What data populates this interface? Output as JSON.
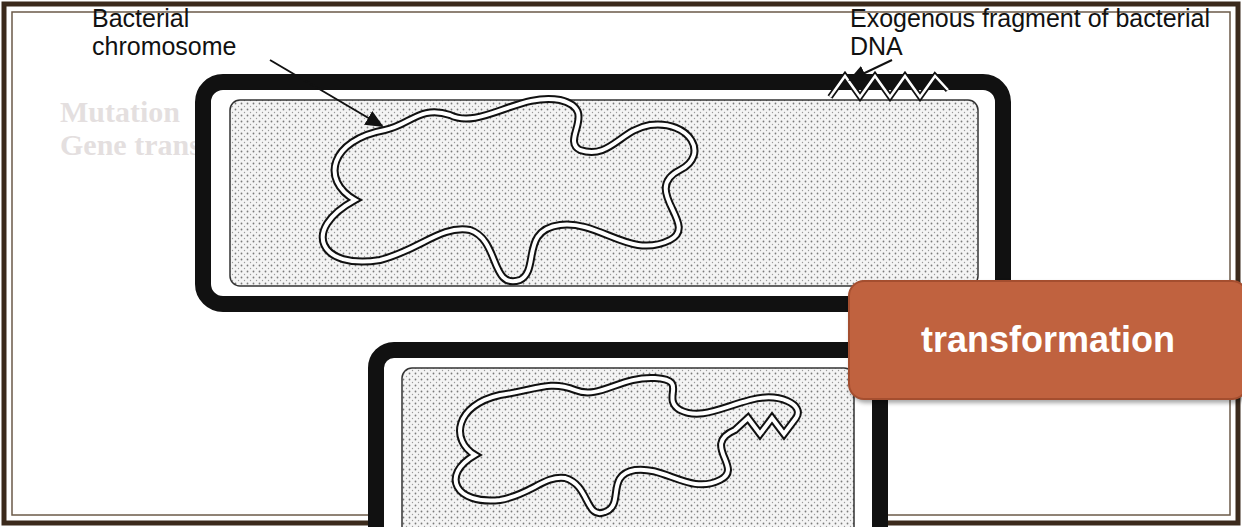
{
  "diagram": {
    "nodes": [
      {
        "text": [
          "transformation"
        ]
      }
    ],
    "labels": [
      "Bacterial chromosome",
      "Exogenous fragment of bacterial DNA",
      "Mutation",
      "Gene transfer."
    ]
  }
}
